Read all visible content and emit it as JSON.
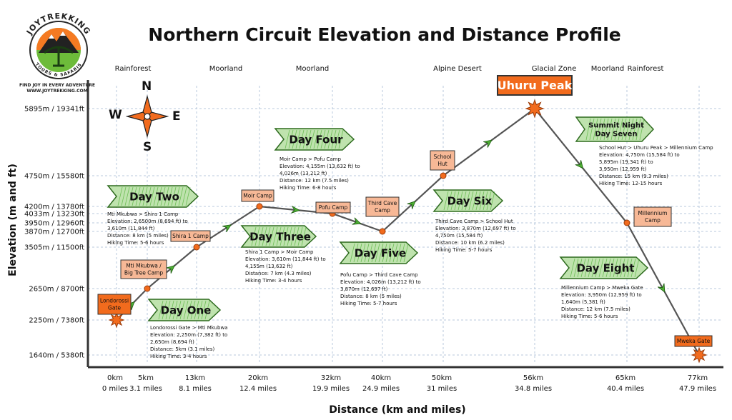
{
  "title": "Northern Circuit Elevation and Distance Profile",
  "brand": {
    "name": "JOYTREKKING",
    "sub": "TOURS & SAFARIS",
    "tagline": "FIND JOY IN EVERY ADVENTURE",
    "url": "WWW.JOYTREKKING.COM"
  },
  "compass": {
    "n": "N",
    "s": "S",
    "e": "E",
    "w": "W"
  },
  "colors": {
    "orange": "#f26b1d",
    "green": "#4caf33",
    "peach": "#f7b896",
    "grid": "#b8c8dc",
    "line": "#555555"
  },
  "chart_data": {
    "type": "line",
    "title": "Northern Circuit Elevation and Distance Profile",
    "xlabel": "Distance (km and miles)",
    "ylabel": "Elevation (m and ft)",
    "x_ticks": [
      {
        "km": 0,
        "label": "0km",
        "miles": "0 miles"
      },
      {
        "km": 5,
        "label": "5km",
        "miles": "3.1 miles"
      },
      {
        "km": 13,
        "label": "13km",
        "miles": "8.1 miles"
      },
      {
        "km": 20,
        "label": "20km",
        "miles": "12.4 miles"
      },
      {
        "km": 32,
        "label": "32km",
        "miles": "19.9 miles"
      },
      {
        "km": 40,
        "label": "40km",
        "miles": "24.9 miles"
      },
      {
        "km": 50,
        "label": "50km",
        "miles": "31 miles"
      },
      {
        "km": 56,
        "label": "56km",
        "miles": "34.8 miles"
      },
      {
        "km": 65,
        "label": "65km",
        "miles": "40.4 miles"
      },
      {
        "km": 77,
        "label": "77km",
        "miles": "47.9 miles"
      }
    ],
    "y_ticks": [
      {
        "m": 5895,
        "label": "5895m / 19341ft"
      },
      {
        "m": 4750,
        "label": "4750m / 15580ft"
      },
      {
        "m": 4200,
        "label": "4200m / 13780ft"
      },
      {
        "m": 4033,
        "label": "4033m / 13230ft"
      },
      {
        "m": 3950,
        "label": "3950m / 12960ft"
      },
      {
        "m": 3870,
        "label": "3870m / 12700ft"
      },
      {
        "m": 3505,
        "label": "3505m / 11500ft"
      },
      {
        "m": 2650,
        "label": "2650m / 8700ft"
      },
      {
        "m": 2250,
        "label": "2250m / 7380ft"
      },
      {
        "m": 1640,
        "label": "1640m / 5380ft"
      }
    ],
    "zones": [
      {
        "label": "Rainforest",
        "x": 2.5
      },
      {
        "label": "Moorland",
        "x": 16.5
      },
      {
        "label": "Moorland",
        "x": 30
      },
      {
        "label": "Alpine Desert",
        "x": 49
      },
      {
        "label": "Glacial Zone",
        "x": 60.5
      },
      {
        "label": "Moorland",
        "x": 67
      },
      {
        "label": "Rainforest",
        "x": 72.5
      }
    ],
    "points": [
      {
        "x": 0,
        "y": 2250,
        "label": "Londorossi Gate",
        "summit": false
      },
      {
        "x": 5,
        "y": 2650,
        "label": "Mti Mkubwa / Big Tree Camp",
        "summit": false
      },
      {
        "x": 13,
        "y": 3505,
        "label": "Shira 1 Camp",
        "summit": false
      },
      {
        "x": 20,
        "y": 4200,
        "label": "Moir Camp",
        "summit": false
      },
      {
        "x": 32,
        "y": 4033,
        "label": "Pofu Camp",
        "summit": false
      },
      {
        "x": 40,
        "y": 3870,
        "label": "Third Cave Camp",
        "summit": false
      },
      {
        "x": 50,
        "y": 4750,
        "label": "School Hut",
        "summit": false
      },
      {
        "x": 56,
        "y": 5895,
        "label": "Uhuru Peak",
        "summit": true
      },
      {
        "x": 65,
        "y": 3950,
        "label": "Millennium Camp",
        "summit": false
      },
      {
        "x": 77,
        "y": 1640,
        "label": "Mweka Gate",
        "summit": false
      }
    ],
    "days": [
      {
        "title": "Day One",
        "route": "Londorossi Gate > Mti Mkubwa",
        "lines": [
          "Elevation: 2,250m (7,382 ft) to",
          "2,650m (8,694 ft)",
          "Distance: 5km (3.1 miles)",
          "Hiking Time: 3-4 hours"
        ]
      },
      {
        "title": "Day Two",
        "route": "Mti Mkubwa > Shira 1 Camp",
        "lines": [
          "Elevation: 2,6500m (8,694 ft) to",
          "3,610m (11,844 ft)",
          "Distance: 8 km (5 miles)",
          "Hiking Time: 5-6 hours"
        ]
      },
      {
        "title": "Day Three",
        "route": "Shira 1 Camp > Moir Camp",
        "lines": [
          "Elevation: 3,610m (11,844 ft) to",
          "4,155m (13,632 ft)",
          "Distance: 7 km (4.3 miles)",
          "Hiking Time: 3-4 hours"
        ]
      },
      {
        "title": "Day Four",
        "route": "Moir Camp > Pofu Camp",
        "lines": [
          "Elevation: 4,155m (13,632 ft) to",
          "4,026m (13,212 ft)",
          "Distance: 12 km (7.5 miles)",
          "Hiking Time: 6-8 hours"
        ]
      },
      {
        "title": "Day Five",
        "route": "Pofu Camp > Third Cave Camp",
        "lines": [
          "Elevation: 4,026m (13,212 ft) to",
          "3,870m (12,697 ft)",
          "Distance: 8 km (5 miles)",
          "Hiking Time: 5-7 hours"
        ]
      },
      {
        "title": "Day Six",
        "route": "Third Cave Camp > School Hut",
        "lines": [
          "Elevation: 3,870m (12,697 ft) to",
          "4,750m (15,584 ft)",
          "Distance: 10 km (6.2 miles)",
          "Hiking Time: 5-7 hours"
        ]
      },
      {
        "title": "Summit Night\nDay Seven",
        "route": "School Hut > Uhuru Peak > Millennium Camp",
        "lines": [
          "Elevation: 4,750m (15,584 ft) to",
          "5,895m (19,341 ft) to",
          "3,950m (12,959 ft)",
          "Distance: 15 km (9.3 miles)",
          "Hiking Time: 12-15 hours"
        ]
      },
      {
        "title": "Day Eight",
        "route": "Millennium Camp > Mweka Gate",
        "lines": [
          "Elevation: 3,950m (12,959 ft) to",
          "1,640m (5,381 ft)",
          "Distance: 12 km (7.5 miles)",
          "Hiking Time: 5-6 hours"
        ]
      }
    ]
  }
}
